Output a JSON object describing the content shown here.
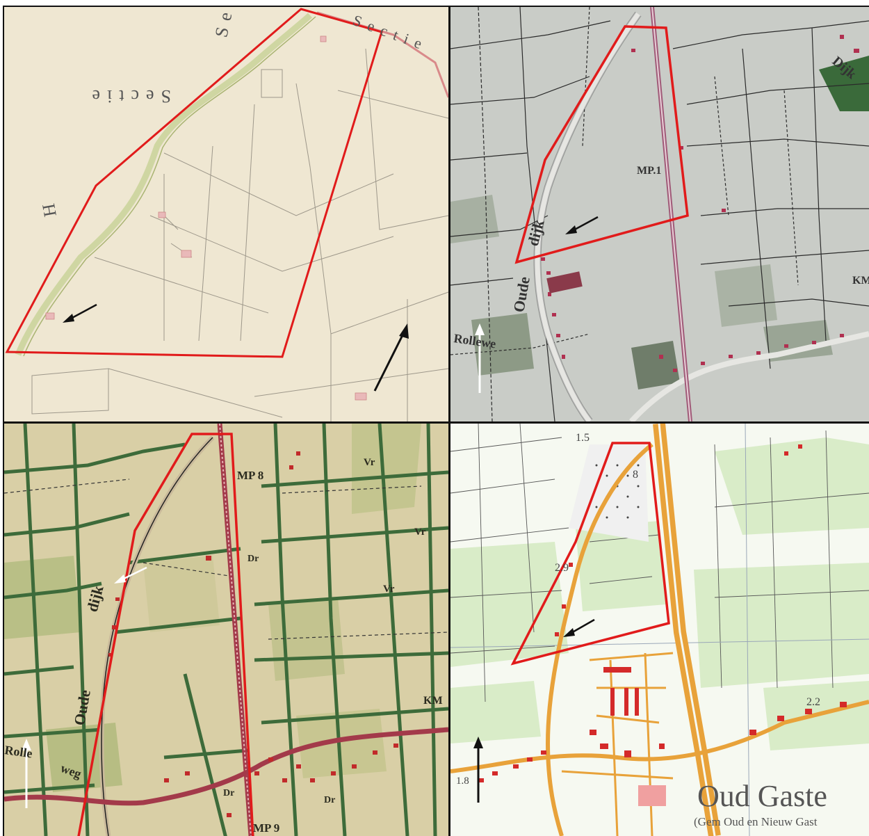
{
  "colors": {
    "outline": "#e11b1b",
    "arrow_black": "#111111",
    "arrow_white": "#ffffff",
    "cadastral_bg": "#efe7d2",
    "topo1900_bg": "#c9ccc7",
    "topo1850_bg": "#d9cfa6",
    "topo_modern_bg": "#f6f9f1",
    "road_orange": "#e8a23a",
    "building_red": "#d42a2a"
  },
  "panel1": {
    "labels": {
      "sectie_1": "Sectie",
      "sectie_2": "Sectie",
      "sectie_3": "Sectie",
      "letter_h": "H"
    }
  },
  "panel2": {
    "labels": {
      "oude": "Oude",
      "dijk": "dijk",
      "rollewe": "Rollewe",
      "mp": "MP.1",
      "km": "KM",
      "dijk_top": "Dijk"
    }
  },
  "panel3": {
    "labels": {
      "oude": "Oude",
      "dijk": "dijk",
      "rolle": "Rolle",
      "weg": "weg",
      "mp8": "MP 8",
      "mp9": "MP 9",
      "vr1": "Vr",
      "vr2": "Vr",
      "vr3": "Vr",
      "dr1": "Dr",
      "dr2": "Dr",
      "dr3": "Dr",
      "km": "KM"
    }
  },
  "panel4": {
    "labels": {
      "h15": "1.5",
      "h29": "2.9",
      "h22": "2.2",
      "h18": "1.8",
      "h8": "8",
      "town": "Oud Gaste",
      "gem": "(Gem Oud en Nieuw Gast"
    }
  }
}
